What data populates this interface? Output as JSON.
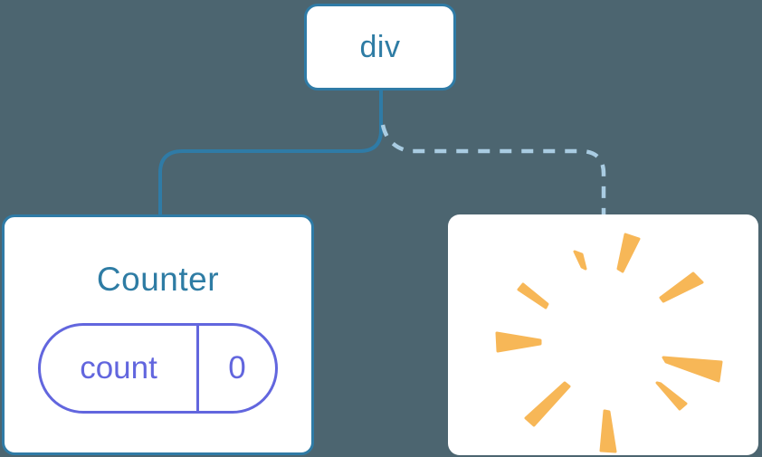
{
  "diagram": {
    "description": "component-tree-state-diagram",
    "root": {
      "label": "div"
    },
    "counter": {
      "title": "Counter",
      "state": {
        "key": "count",
        "value": "0"
      }
    },
    "removed": {
      "icon": "poof-starburst-icon"
    },
    "connectors": {
      "left_style": "solid",
      "right_style": "dashed"
    }
  },
  "colors": {
    "bg": "#4C6570",
    "node-bg": "#FFFFFF",
    "line-blue": "#2F7BA6",
    "line-dashed": "#A9CCE2",
    "text-blue": "#2E7CA4",
    "state-purple": "#6266DE",
    "poof-orange": "#F7B757"
  }
}
